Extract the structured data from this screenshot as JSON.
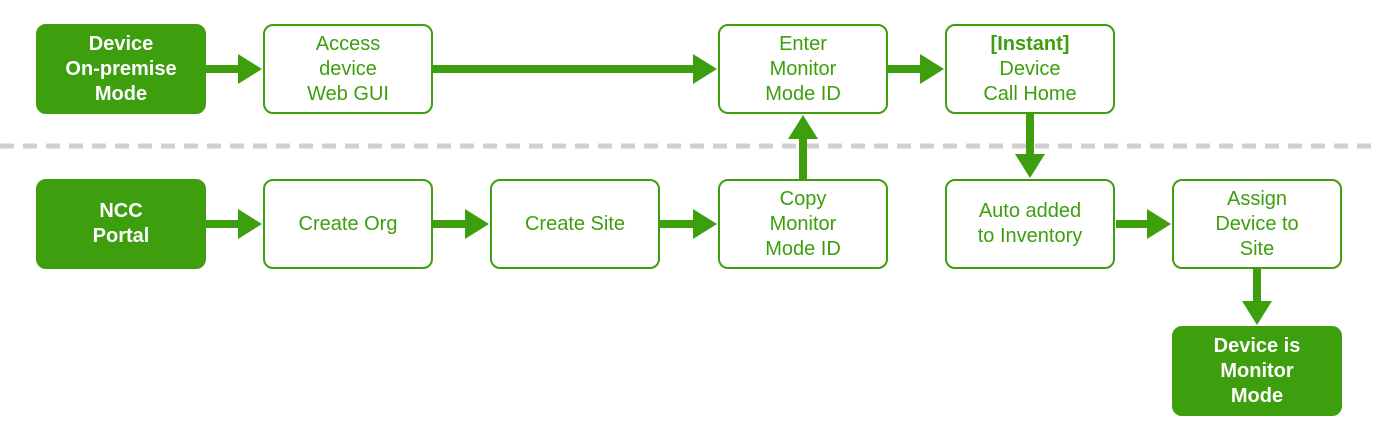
{
  "colors": {
    "accent": "#3d9f0e",
    "divider": "#d0d0d0"
  },
  "nodes": {
    "device_onpremise_mode": {
      "lines": [
        "Device",
        "On-premise",
        "Mode"
      ]
    },
    "access_web_gui": {
      "lines": [
        "Access",
        "device",
        "Web GUI"
      ]
    },
    "enter_monitor_mode_id": {
      "lines": [
        "Enter",
        "Monitor",
        "Mode ID"
      ]
    },
    "device_call_home": {
      "lines": [
        "[Instant]",
        "Device",
        "Call Home"
      ]
    },
    "ncc_portal": {
      "lines": [
        "NCC",
        "Portal"
      ]
    },
    "create_org": {
      "lines": [
        "Create Org"
      ]
    },
    "create_site": {
      "lines": [
        "Create Site"
      ]
    },
    "copy_monitor_mode_id": {
      "lines": [
        "Copy",
        "Monitor",
        "Mode ID"
      ]
    },
    "auto_added_inventory": {
      "lines": [
        "Auto added",
        "to Inventory"
      ]
    },
    "assign_device_site": {
      "lines": [
        "Assign",
        "Device to",
        "Site"
      ]
    },
    "device_monitor_mode": {
      "lines": [
        "Device is",
        "Monitor",
        "Mode"
      ]
    }
  }
}
